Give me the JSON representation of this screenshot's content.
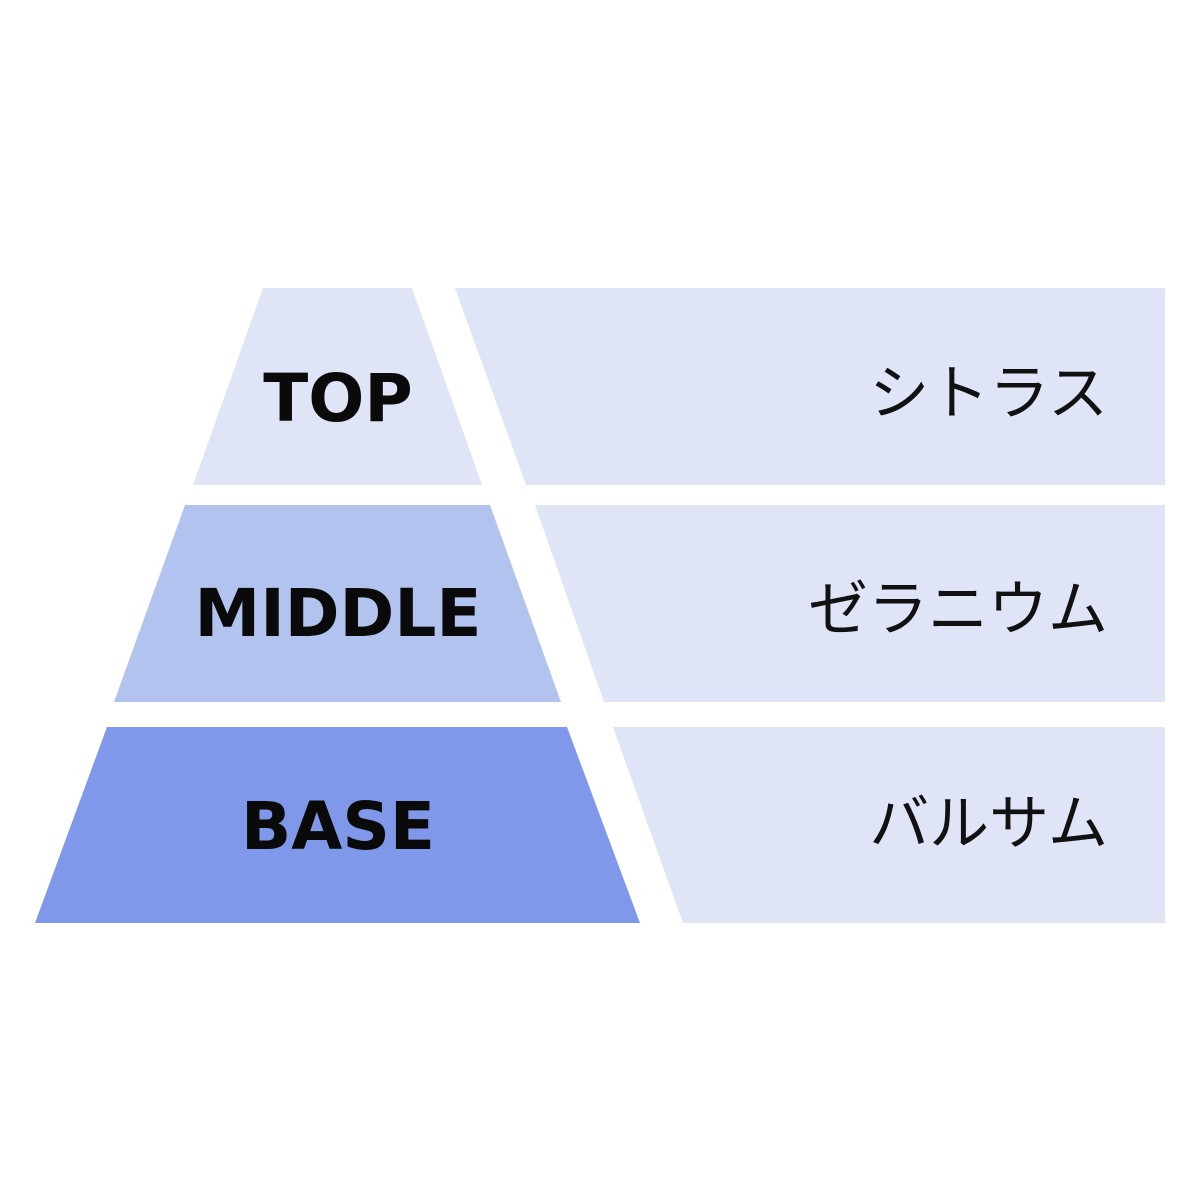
{
  "colors": {
    "top": "#dfe5f6",
    "middle": "#b3c3ef",
    "base": "#7f98e9",
    "note_panel": "#dfe5f6"
  },
  "tiers": [
    {
      "label": "TOP",
      "note": "シトラス"
    },
    {
      "label": "MIDDLE",
      "note": "ゼラニウム"
    },
    {
      "label": "BASE",
      "note": "バルサム"
    }
  ]
}
